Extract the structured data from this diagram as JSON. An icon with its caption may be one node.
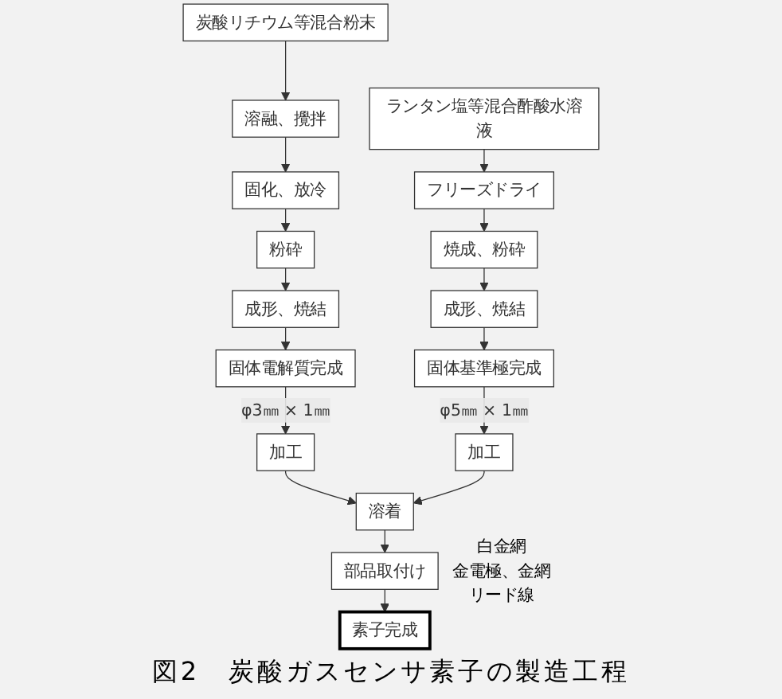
{
  "diagram": {
    "caption": "図2　炭酸ガスセンサ素子の製造工程",
    "nodes": [
      {
        "text": [
          "炭酸リチウム等混合粉末"
        ]
      },
      {
        "text": [
          "溶融、攪拌"
        ]
      },
      {
        "text": [
          "固化、放冷"
        ]
      },
      {
        "text": [
          "粉砕"
        ]
      },
      {
        "text": [
          "成形、焼結"
        ]
      },
      {
        "text": [
          "固体電解質完成"
        ]
      },
      {
        "text": [
          "加工"
        ]
      },
      {
        "text": [
          "ランタン塩等混合酢酸水溶液"
        ]
      },
      {
        "text": [
          "フリーズドライ"
        ]
      },
      {
        "text": [
          "焼成、粉砕"
        ]
      },
      {
        "text": [
          "成形、焼結"
        ]
      },
      {
        "text": [
          "固体基準極完成"
        ]
      },
      {
        "text": [
          "加工"
        ]
      },
      {
        "text": [
          "溶着"
        ]
      },
      {
        "text": [
          "部品取付け"
        ],
        "beside": [
          "白金網",
          "金電極、金網",
          "リード線"
        ]
      },
      {
        "text": [
          "素子完成"
        ]
      }
    ],
    "edges": [
      {
        "from": 0,
        "to": 1,
        "arrow": "to"
      },
      {
        "from": 1,
        "to": 2,
        "arrow": "to"
      },
      {
        "from": 2,
        "to": 3,
        "arrow": "to"
      },
      {
        "from": 3,
        "to": 4,
        "arrow": "to"
      },
      {
        "from": 4,
        "to": 5,
        "arrow": "to"
      },
      {
        "from": 5,
        "to": 6,
        "arrow": "to",
        "label": "φ3㎜ × 1㎜"
      },
      {
        "from": 7,
        "to": 8,
        "arrow": "to"
      },
      {
        "from": 8,
        "to": 9,
        "arrow": "to"
      },
      {
        "from": 9,
        "to": 10,
        "arrow": "to"
      },
      {
        "from": 10,
        "to": 11,
        "arrow": "to"
      },
      {
        "from": 11,
        "to": 12,
        "arrow": "to",
        "label": "φ5㎜ × 1㎜"
      },
      {
        "from": 6,
        "to": 13,
        "arrow": "to"
      },
      {
        "from": 12,
        "to": 13,
        "arrow": "to"
      },
      {
        "from": 13,
        "to": 14,
        "arrow": "to"
      },
      {
        "from": 14,
        "to": 15,
        "arrow": "to"
      }
    ]
  }
}
